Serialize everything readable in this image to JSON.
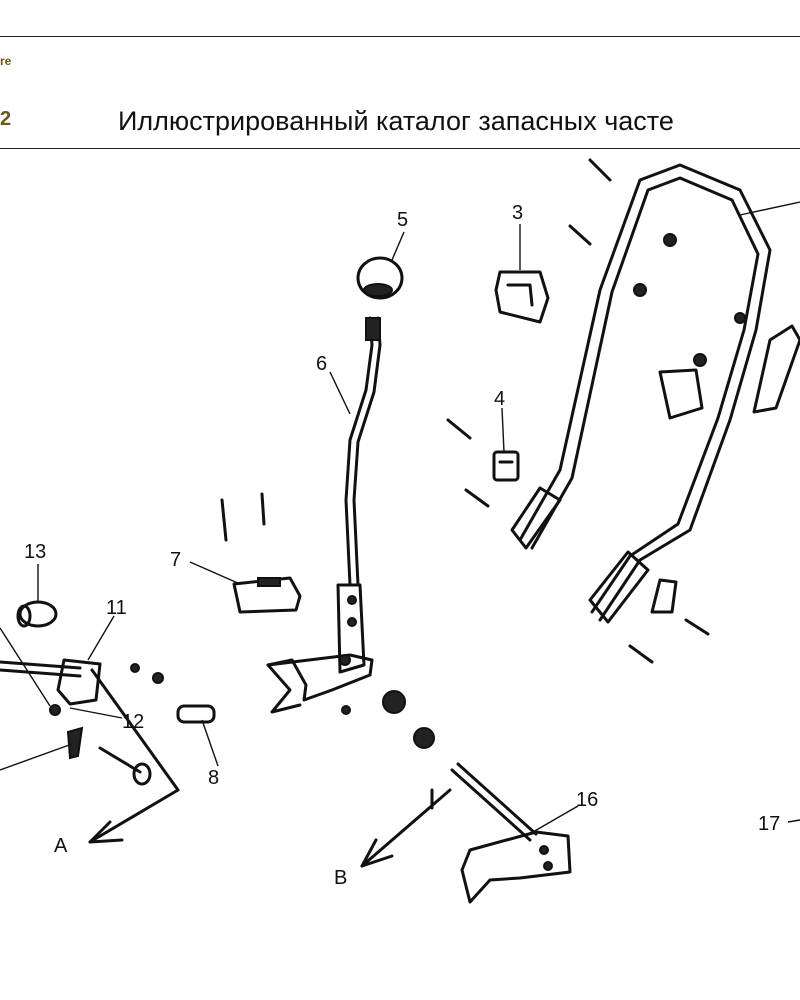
{
  "header": {
    "brand_fragment": "re",
    "page_fragment": "2",
    "title": "Иллюстрированный каталог запасных часте"
  },
  "callouts": [
    "5",
    "3",
    "6",
    "4",
    "13",
    "7",
    "11",
    "12",
    "8",
    "16",
    "17"
  ],
  "view_markers": [
    "A",
    "B"
  ]
}
